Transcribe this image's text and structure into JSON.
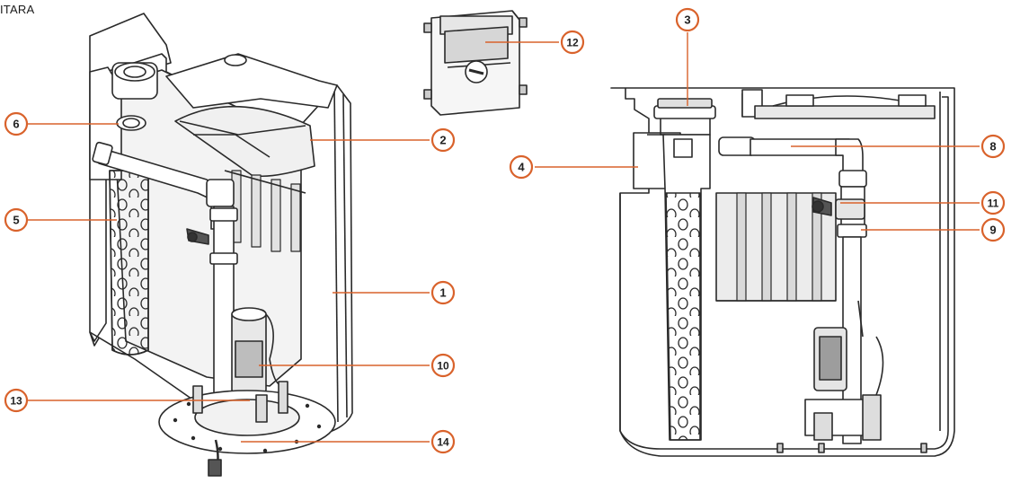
{
  "header": {
    "title": "ITARA"
  },
  "colors": {
    "accent": "#d9622b",
    "line": "#2a2a2a",
    "fill": "#ffffff",
    "shade": "#d8d8d8"
  },
  "callouts": [
    {
      "id": "c1",
      "label": "1"
    },
    {
      "id": "c2",
      "label": "2"
    },
    {
      "id": "c3",
      "label": "3"
    },
    {
      "id": "c4",
      "label": "4"
    },
    {
      "id": "c5",
      "label": "5"
    },
    {
      "id": "c6",
      "label": "6"
    },
    {
      "id": "c8",
      "label": "8"
    },
    {
      "id": "c9",
      "label": "9"
    },
    {
      "id": "c10",
      "label": "10"
    },
    {
      "id": "c11",
      "label": "11"
    },
    {
      "id": "c12",
      "label": "12"
    },
    {
      "id": "c13",
      "label": "13"
    },
    {
      "id": "c14",
      "label": "14"
    }
  ]
}
